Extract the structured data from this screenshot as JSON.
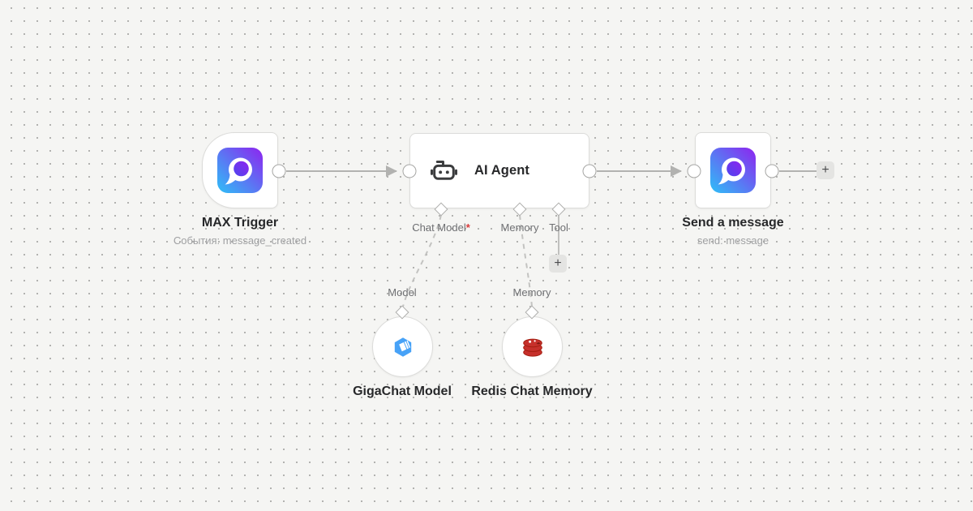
{
  "canvas": {
    "background": "#f5f5f3",
    "dot_color": "#b0b0ae"
  },
  "colors": {
    "node_border": "#dcdcda",
    "edge_gray": "#b2b2b0",
    "title_text": "#27282a",
    "subtitle_text": "#9fa0a2",
    "port_label_text": "#6f7073",
    "required_asterisk": "#d73a3a",
    "max_gradient_start": "#2ec0f7",
    "max_gradient_end": "#8e24ef",
    "gigachat_blue": "#47a2f7",
    "redis_red": "#c6302b"
  },
  "icons": {
    "max_trigger": "max-messenger-app-icon",
    "ai_agent": "robot-icon",
    "send_message": "max-messenger-app-icon",
    "gigachat_model": "gigachat-cube-icon",
    "redis_memory": "redis-database-icon",
    "add_buttons": "plus-icon"
  },
  "nodes": {
    "max_trigger": {
      "title": "MAX Trigger",
      "subtitle": "События: message_created"
    },
    "ai_agent": {
      "title": "AI Agent",
      "ports": [
        {
          "label": "Chat Model",
          "required": "*"
        },
        {
          "label": "Memory",
          "required": ""
        },
        {
          "label": "Tool",
          "required": ""
        }
      ]
    },
    "send_message": {
      "title": "Send a message",
      "subtitle": "send: message"
    },
    "gigachat_model": {
      "title": "GigaChat Model",
      "port_label": "Model"
    },
    "redis_memory": {
      "title": "Redis Chat Memory",
      "port_label": "Memory"
    }
  },
  "buttons": {
    "add_tool": {
      "label": "+"
    },
    "add_next": {
      "label": "+"
    }
  }
}
